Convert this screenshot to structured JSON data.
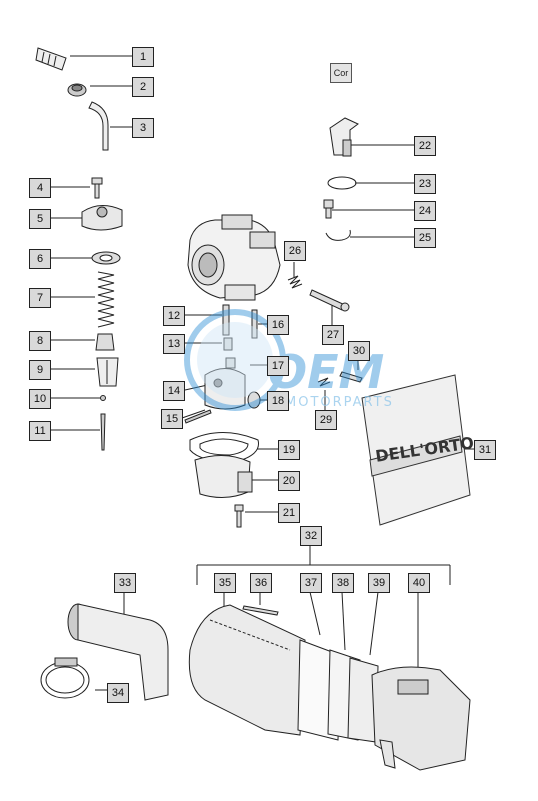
{
  "header": {
    "cor_label": "Cor"
  },
  "callouts": [
    {
      "number": "1"
    },
    {
      "number": "2"
    },
    {
      "number": "3"
    },
    {
      "number": "4"
    },
    {
      "number": "5"
    },
    {
      "number": "6"
    },
    {
      "number": "7"
    },
    {
      "number": "8"
    },
    {
      "number": "9"
    },
    {
      "number": "10"
    },
    {
      "number": "11"
    },
    {
      "number": "12"
    },
    {
      "number": "13"
    },
    {
      "number": "14"
    },
    {
      "number": "15"
    },
    {
      "number": "16"
    },
    {
      "number": "17"
    },
    {
      "number": "18"
    },
    {
      "number": "19"
    },
    {
      "number": "20"
    },
    {
      "number": "21"
    },
    {
      "number": "22"
    },
    {
      "number": "23"
    },
    {
      "number": "24"
    },
    {
      "number": "25"
    },
    {
      "number": "26"
    },
    {
      "number": "27"
    },
    {
      "number": "29"
    },
    {
      "number": "30"
    },
    {
      "number": "31"
    },
    {
      "number": "32"
    },
    {
      "number": "33"
    },
    {
      "number": "34"
    },
    {
      "number": "35"
    },
    {
      "number": "36"
    },
    {
      "number": "37"
    },
    {
      "number": "38"
    },
    {
      "number": "39"
    },
    {
      "number": "40"
    }
  ],
  "watermark": {
    "text": "MOTORPARTS"
  },
  "bag": {
    "brand": "DELL'ORTO"
  },
  "colors": {
    "label_fill": "#d9d9d9",
    "watermark_blue": "#2f8fd6",
    "line": "#222222"
  }
}
